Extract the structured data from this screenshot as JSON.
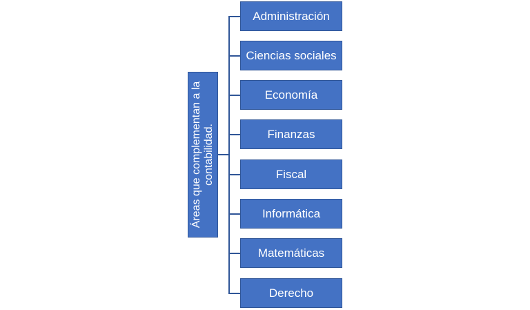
{
  "root": {
    "label": "Áreas que complementan a la contabilidad."
  },
  "children": [
    {
      "label": "Administración"
    },
    {
      "label": "Ciencias sociales"
    },
    {
      "label": "Economía"
    },
    {
      "label": "Finanzas"
    },
    {
      "label": "Fiscal"
    },
    {
      "label": "Informática"
    },
    {
      "label": "Matemáticas"
    },
    {
      "label": "Derecho"
    }
  ],
  "colors": {
    "box_fill": "#4472c4",
    "box_border": "#2f5597",
    "connector": "#2f5597",
    "text": "#ffffff"
  }
}
